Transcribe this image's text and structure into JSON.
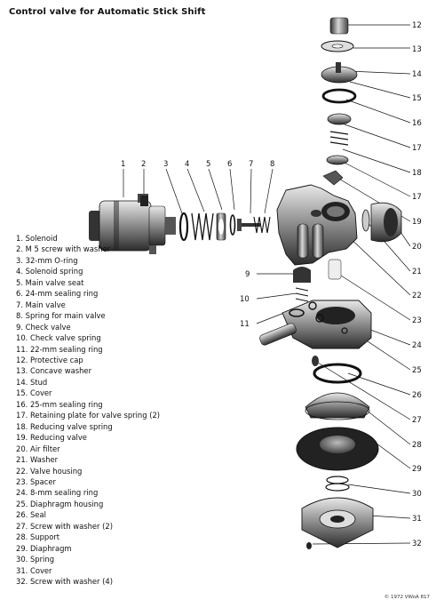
{
  "title": "Control valve for Automatic Stick Shift",
  "copyright": "© 1972 VWoA   817",
  "parts": [
    {
      "num": "1",
      "text": "1. Solenoid"
    },
    {
      "num": "2",
      "text": "2. M 5 screw with washer"
    },
    {
      "num": "3",
      "text": "3. 32-mm O-ring"
    },
    {
      "num": "4",
      "text": "4. Solenoid spring"
    },
    {
      "num": "5",
      "text": "5. Main valve seat"
    },
    {
      "num": "6",
      "text": "6. 24-mm sealing ring"
    },
    {
      "num": "7",
      "text": "7. Main valve"
    },
    {
      "num": "8",
      "text": "8. Spring for main valve"
    },
    {
      "num": "9",
      "text": "9. Check valve"
    },
    {
      "num": "10",
      "text": "10. Check valve spring"
    },
    {
      "num": "11",
      "text": "11. 22-mm sealing ring"
    },
    {
      "num": "12",
      "text": "12. Protective cap"
    },
    {
      "num": "13",
      "text": "13. Concave washer"
    },
    {
      "num": "14",
      "text": "14. Stud"
    },
    {
      "num": "15",
      "text": "15. Cover"
    },
    {
      "num": "16",
      "text": "16. 25-mm sealing ring"
    },
    {
      "num": "17",
      "text": "17. Retaining plate for valve spring (2)"
    },
    {
      "num": "18",
      "text": "18. Reducing valve spring"
    },
    {
      "num": "19",
      "text": "19. Reducing valve"
    },
    {
      "num": "20",
      "text": "20. Air filter"
    },
    {
      "num": "21",
      "text": "21. Washer"
    },
    {
      "num": "22",
      "text": "22. Valve housing"
    },
    {
      "num": "23",
      "text": "23. Spacer"
    },
    {
      "num": "24",
      "text": "24. 8-mm sealing ring"
    },
    {
      "num": "25",
      "text": "25. Diaphragm housing"
    },
    {
      "num": "26",
      "text": "26. Seal"
    },
    {
      "num": "27",
      "text": "27. Screw with washer (2)"
    },
    {
      "num": "28",
      "text": "28. Support"
    },
    {
      "num": "29",
      "text": "29. Diaphragm"
    },
    {
      "num": "30",
      "text": "30. Spring"
    },
    {
      "num": "31",
      "text": "31. Cover"
    },
    {
      "num": "32",
      "text": "32. Screw with washer (4)"
    }
  ],
  "callouts_top": [
    "1",
    "2",
    "3",
    "4",
    "5",
    "6",
    "7",
    "8"
  ],
  "callouts_right": [
    "12",
    "13",
    "14",
    "15",
    "16",
    "17",
    "18",
    "17",
    "19",
    "20",
    "21",
    "22",
    "23",
    "24",
    "25",
    "26",
    "27",
    "28",
    "29",
    "30",
    "31",
    "32"
  ],
  "callouts_left": [
    "9",
    "10",
    "11"
  ]
}
